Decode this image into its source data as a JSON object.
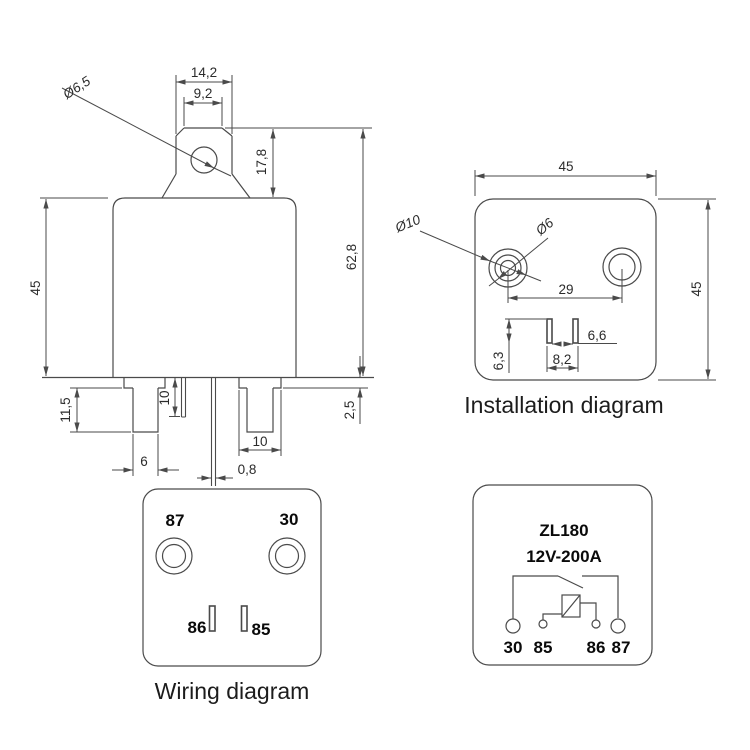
{
  "page": {
    "background": "#ffffff",
    "line_color": "#4a4a4a",
    "dim_text_color": "#2b2b2b",
    "label_color": "#0a0a0a"
  },
  "side_view": {
    "dims": {
      "tab_outer_width": "14,2",
      "tab_top_width": "9,2",
      "tab_hole_dia": "Ø6,5",
      "tab_height": "17,8",
      "overall_height": "62,8",
      "body_height": "45",
      "left_blade_length": "11,5",
      "pin_length": "10",
      "left_blade_width": "6",
      "right_terminal_width": "10",
      "pin_thickness": "0,8",
      "flange_height": "2,5"
    }
  },
  "installation": {
    "caption": "Installation diagram",
    "dims": {
      "plate_width": "45",
      "plate_height": "45",
      "big_hole_dia": "Ø10",
      "small_hole_dia": "Ø6",
      "hole_spacing": "29",
      "slot_depth": "6,3",
      "slot_pitch": "8,2",
      "slot_gap": "6,6"
    }
  },
  "wiring": {
    "caption": "Wiring diagram",
    "terminals": {
      "top_left": "87",
      "top_right": "30",
      "bottom_left": "86",
      "bottom_right": "85"
    }
  },
  "schematic": {
    "model": "ZL180",
    "rating": "12V-200A",
    "terminals": {
      "t30": "30",
      "t85": "85",
      "t86": "86",
      "t87": "87"
    }
  }
}
